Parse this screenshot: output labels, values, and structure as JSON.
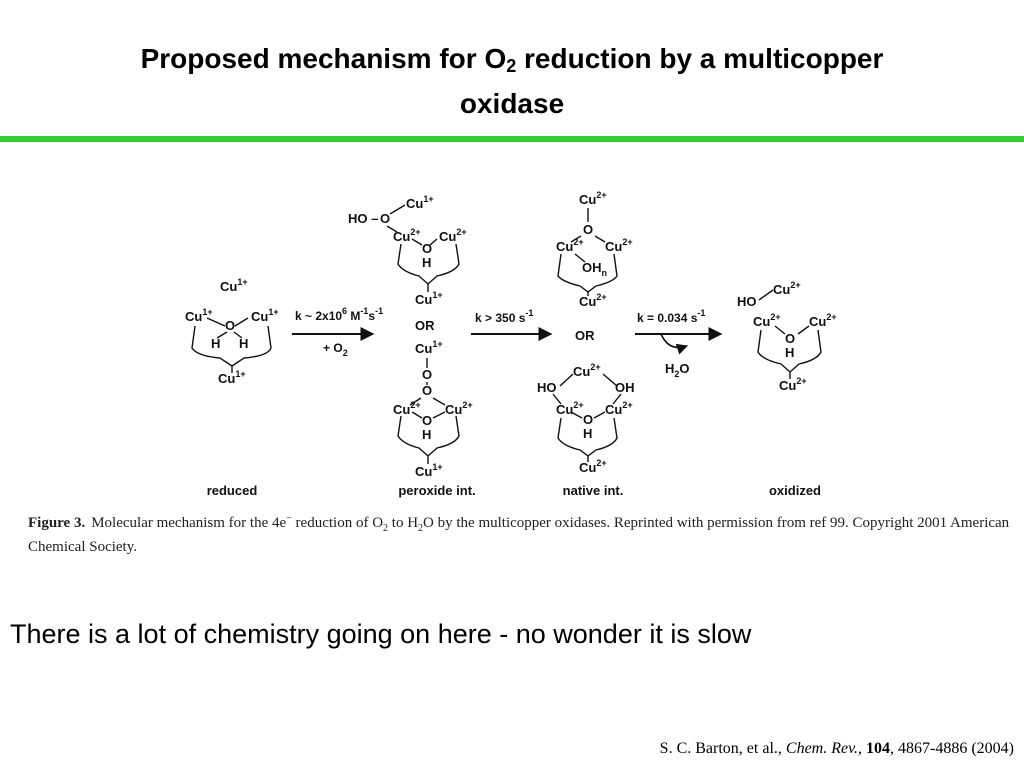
{
  "slide": {
    "title_part1": "Proposed mechanism for O",
    "title_sub": "2",
    "title_part2": " reduction by  a multicopper",
    "title_line2": "oxidase",
    "accent_color": "#33cc33",
    "remark": "There is a lot of chemistry going on here - no wonder it is slow",
    "reference": {
      "authors": "S. C. Barton, et al., ",
      "journal": "Chem. Rev.",
      "sep1": ", ",
      "volume": "104",
      "pages": ", 4867-4886 (2004)"
    }
  },
  "figure": {
    "stages": {
      "reduced": "reduced",
      "peroxide": "peroxide int.",
      "native": "native int.",
      "oxidized": "oxidized"
    },
    "atoms": {
      "cu": "Cu",
      "o": "O",
      "h": "H",
      "ho": "HO",
      "ho_dash": "HO –",
      "oh": "OH",
      "or": "OR",
      "h2o_h": "H",
      "h2o_o": "O"
    },
    "charges": {
      "one": "1+",
      "two": "2+",
      "sub_n": "n",
      "sub_2": "2"
    },
    "rates": {
      "k1_pre": "k ~ 2x10",
      "k1_exp": "6",
      "k1_unit": " M",
      "k1_mexp": "-1",
      "k1_s": "s",
      "k1_sexp": "-1",
      "k1_below": "+ O",
      "k2": "k > 350 s",
      "k2_exp": "-1",
      "k3": "k = 0.034 s",
      "k3_exp": "-1"
    },
    "caption": {
      "label": "Figure 3.",
      "text1": "Molecular mechanism for the 4e",
      "text1_sup": "−",
      "text2": " reduction of O",
      "text2_sub": "2",
      "text3": " to H",
      "text3_sub": "2",
      "text4": "O by the multicopper oxidases. Reprinted with permission from ref 99. Copyright 2001 American Chemical Society."
    }
  }
}
